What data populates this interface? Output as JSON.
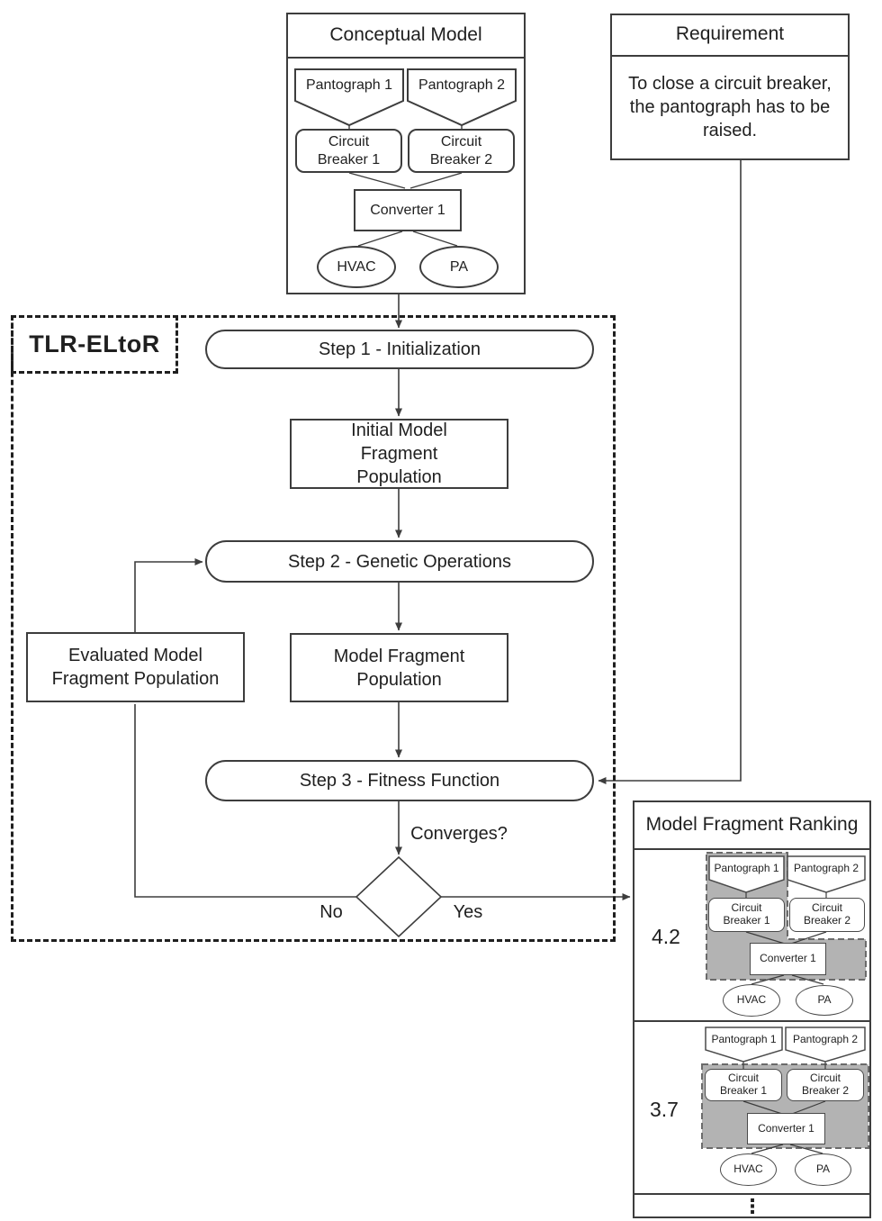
{
  "colors": {
    "stroke": "#3d3d3d",
    "text": "#1f1f1f",
    "highlight_fill": "#b3b3b3"
  },
  "conceptual_model": {
    "title": "Conceptual Model",
    "nodes": {
      "pantograph1": "Pantograph 1",
      "pantograph2": "Pantograph 2",
      "circuit_breaker1": "Circuit Breaker 1",
      "circuit_breaker2": "Circuit Breaker 2",
      "converter1": "Converter 1",
      "hvac": "HVAC",
      "pa": "PA"
    }
  },
  "requirement": {
    "title": "Requirement",
    "text": "To close a circuit breaker, the pantograph has to be raised."
  },
  "process": {
    "label": "TLR-ELtoR",
    "step1": "Step 1 - Initialization",
    "initial_population": "Initial Model Fragment Population",
    "step2": "Step 2 - Genetic Operations",
    "fragment_population": "Model Fragment Population",
    "evaluated_population": "Evaluated Model Fragment Population",
    "step3": "Step 3 - Fitness Function",
    "decision": "Converges?",
    "no": "No",
    "yes": "Yes"
  },
  "ranking": {
    "title": "Model Fragment Ranking",
    "more_indicator": "⋮",
    "rows": [
      {
        "score": "4.2",
        "highlighted_nodes": [
          "Pantograph 1",
          "Circuit Breaker 1",
          "Converter 1"
        ],
        "nodes": {
          "pantograph1": "Pantograph 1",
          "pantograph2": "Pantograph 2",
          "circuit_breaker1": "Circuit Breaker 1",
          "circuit_breaker2": "Circuit Breaker 2",
          "converter1": "Converter 1",
          "hvac": "HVAC",
          "pa": "PA"
        }
      },
      {
        "score": "3.7",
        "highlighted_nodes": [
          "Circuit Breaker 1",
          "Circuit Breaker 2",
          "Converter 1"
        ],
        "nodes": {
          "pantograph1": "Pantograph 1",
          "pantograph2": "Pantograph 2",
          "circuit_breaker1": "Circuit Breaker 1",
          "circuit_breaker2": "Circuit Breaker 2",
          "converter1": "Converter 1",
          "hvac": "HVAC",
          "pa": "PA"
        }
      }
    ]
  }
}
